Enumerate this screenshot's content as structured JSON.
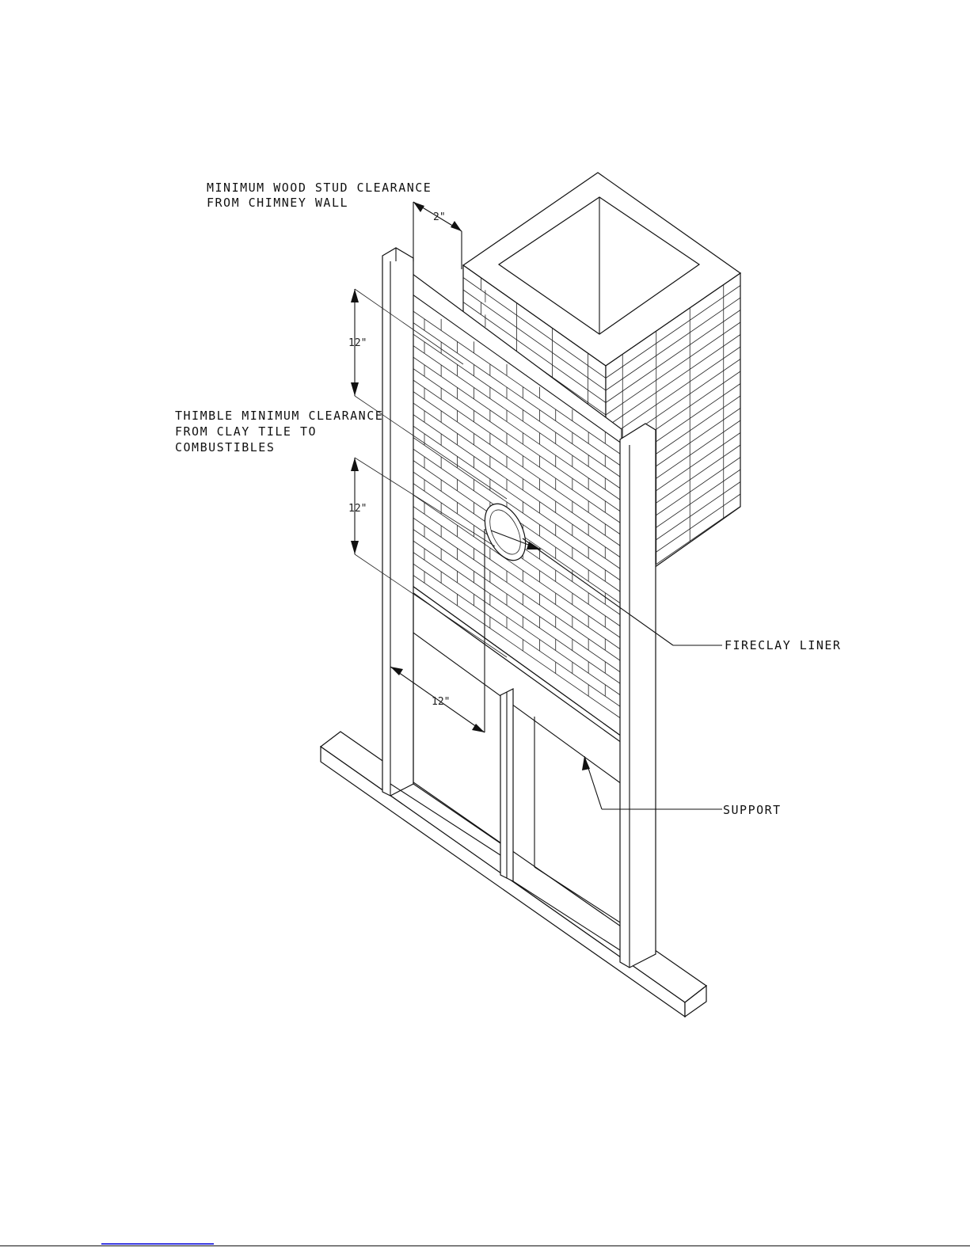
{
  "labels": {
    "stud_clearance": [
      "MINIMUM WOOD STUD CLEARANCE",
      "FROM CHIMNEY WALL"
    ],
    "thimble_clearance": [
      "THIMBLE MINIMUM CLEARANCE",
      "FROM CLAY TILE TO",
      "COMBUSTIBLES"
    ],
    "fireclay_liner": "FIRECLAY LINER",
    "support": "SUPPORT"
  },
  "dimensions": {
    "stud_gap": "2\"",
    "upper_vertical": "12\"",
    "lower_vertical": "12\"",
    "horizontal": "12\""
  },
  "colors": {
    "line": "#111111",
    "paper": "#ffffff",
    "link": "#3a3ae0"
  }
}
